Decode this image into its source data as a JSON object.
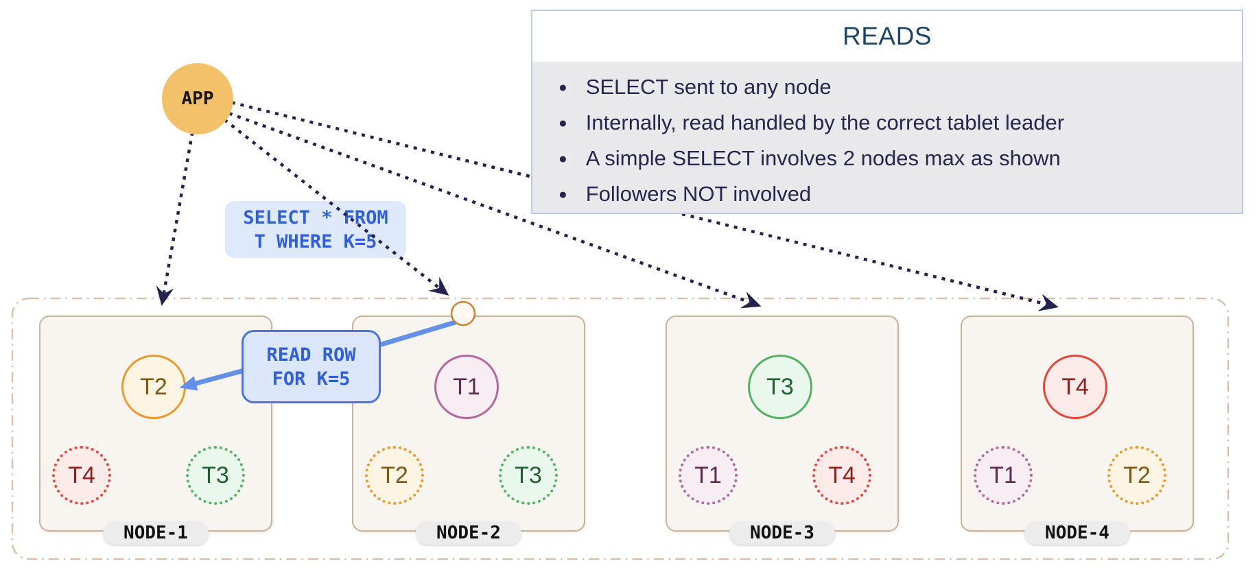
{
  "app": {
    "label": "APP"
  },
  "reads_panel": {
    "title": "READS",
    "bullets": [
      "SELECT sent to any node",
      "Internally, read handled by the correct tablet leader",
      "A simple SELECT involves 2 nodes max as shown",
      "Followers NOT involved"
    ]
  },
  "labels": {
    "select_query_line1": "SELECT * FROM",
    "select_query_line2": "T WHERE K=5",
    "read_row_line1": "READ ROW",
    "read_row_line2": "FOR K=5"
  },
  "cluster": {
    "nodes": [
      {
        "name": "NODE-1",
        "tablets": [
          {
            "label": "T2",
            "family": "t2",
            "role": "leader"
          },
          {
            "label": "T4",
            "family": "t4",
            "role": "follower"
          },
          {
            "label": "T3",
            "family": "t3",
            "role": "follower"
          }
        ]
      },
      {
        "name": "NODE-2",
        "tablets": [
          {
            "label": "T1",
            "family": "t1",
            "role": "leader"
          },
          {
            "label": "T2",
            "family": "t2",
            "role": "follower"
          },
          {
            "label": "T3",
            "family": "t3",
            "role": "follower"
          }
        ]
      },
      {
        "name": "NODE-3",
        "tablets": [
          {
            "label": "T3",
            "family": "t3",
            "role": "leader"
          },
          {
            "label": "T1",
            "family": "t1",
            "role": "follower"
          },
          {
            "label": "T4",
            "family": "t4",
            "role": "follower"
          }
        ]
      },
      {
        "name": "NODE-4",
        "tablets": [
          {
            "label": "T4",
            "family": "t4",
            "role": "leader"
          },
          {
            "label": "T1",
            "family": "t1",
            "role": "follower"
          },
          {
            "label": "T2",
            "family": "t2",
            "role": "follower"
          }
        ]
      }
    ]
  },
  "colors": {
    "app_circle": "#f3c169",
    "dotted_arrow": "#23234d",
    "blue_arrow": "#6590e7",
    "query_text_blue": "#3060d8",
    "query_bg_blue": "#dee9fb",
    "panel_border_blue": "#b5cde7",
    "panel_body_gray": "#e9e9ec",
    "panel_title_navy": "#1d4667",
    "bullet_text_navy": "#26264e",
    "node_border_tan": "#c8b298",
    "node_bg": "#f8f5f1",
    "region_dash_border": "#d9c0a9",
    "tablet_orange": "#eb9a29",
    "tablet_mauve": "#b3679c",
    "tablet_green": "#52b25f",
    "tablet_red": "#e6453a"
  }
}
